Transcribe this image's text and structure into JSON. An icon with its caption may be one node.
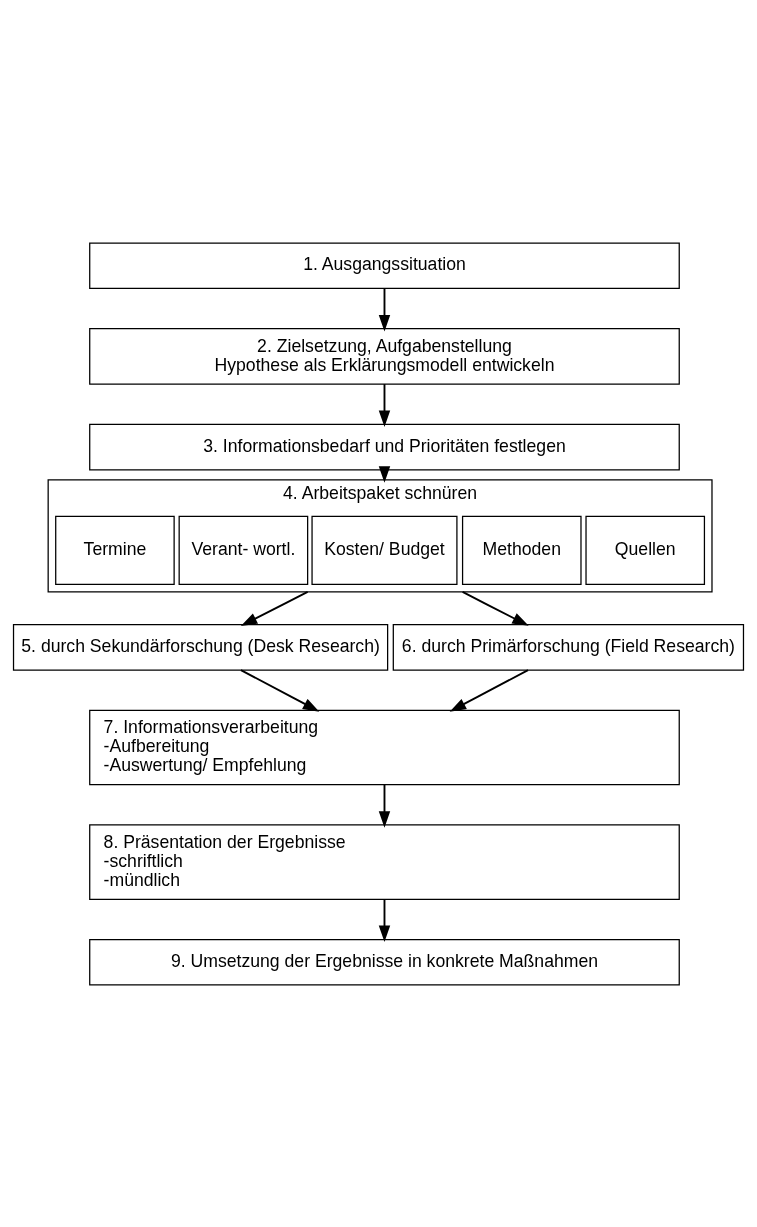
{
  "diagram": {
    "nodes": [
      {
        "text": [
          "1. Ausgangssituation"
        ]
      },
      {
        "text": [
          "2. Zielsetzung, Aufgabenstellung",
          "Hypothese als Erklärungsmodell entwickeln"
        ]
      },
      {
        "text": [
          "3. Informationsbedarf und Prioritäten festlegen"
        ]
      },
      {
        "text": [
          "4. Arbeitspaket schnüren"
        ]
      },
      {
        "text": [
          "Quellen"
        ],
        "in": 3
      },
      {
        "text": [
          "Methoden"
        ],
        "in": 3
      },
      {
        "text": [
          "Kosten/ Budget"
        ],
        "in": 3
      },
      {
        "text": [
          "Verant- wortl."
        ],
        "in": 3
      },
      {
        "text": [
          "Termine"
        ],
        "in": 3
      },
      {
        "text": [
          "5. durch Sekundärforschung (Desk Research)"
        ]
      },
      {
        "text": [
          "6. durch Primärforschung (Field Research)"
        ]
      },
      {
        "text": [
          "7. Informationsverarbeitung",
          "-Aufbereitung",
          "-Auswertung/ Empfehlung"
        ]
      },
      {
        "text": [
          "8. Präsentation der Ergebnisse",
          "-schriftlich",
          "-mündlich"
        ]
      },
      {
        "text": [
          "9. Umsetzung der Ergebnisse in konkrete Maßnahmen"
        ]
      }
    ],
    "edges": [
      {
        "from": 0,
        "to": 1,
        "arrow": "to"
      },
      {
        "from": 1,
        "to": 2,
        "arrow": "to"
      },
      {
        "from": 2,
        "to": 3,
        "arrow": "to"
      },
      {
        "from": 3,
        "to": 9,
        "arrow": "to"
      },
      {
        "from": 3,
        "to": 10,
        "arrow": "to"
      },
      {
        "from": 9,
        "to": 11,
        "arrow": "to"
      },
      {
        "from": 10,
        "to": 11,
        "arrow": "to"
      },
      {
        "from": 11,
        "to": 12,
        "arrow": "to"
      },
      {
        "from": 12,
        "to": 13,
        "arrow": "to"
      }
    ]
  }
}
